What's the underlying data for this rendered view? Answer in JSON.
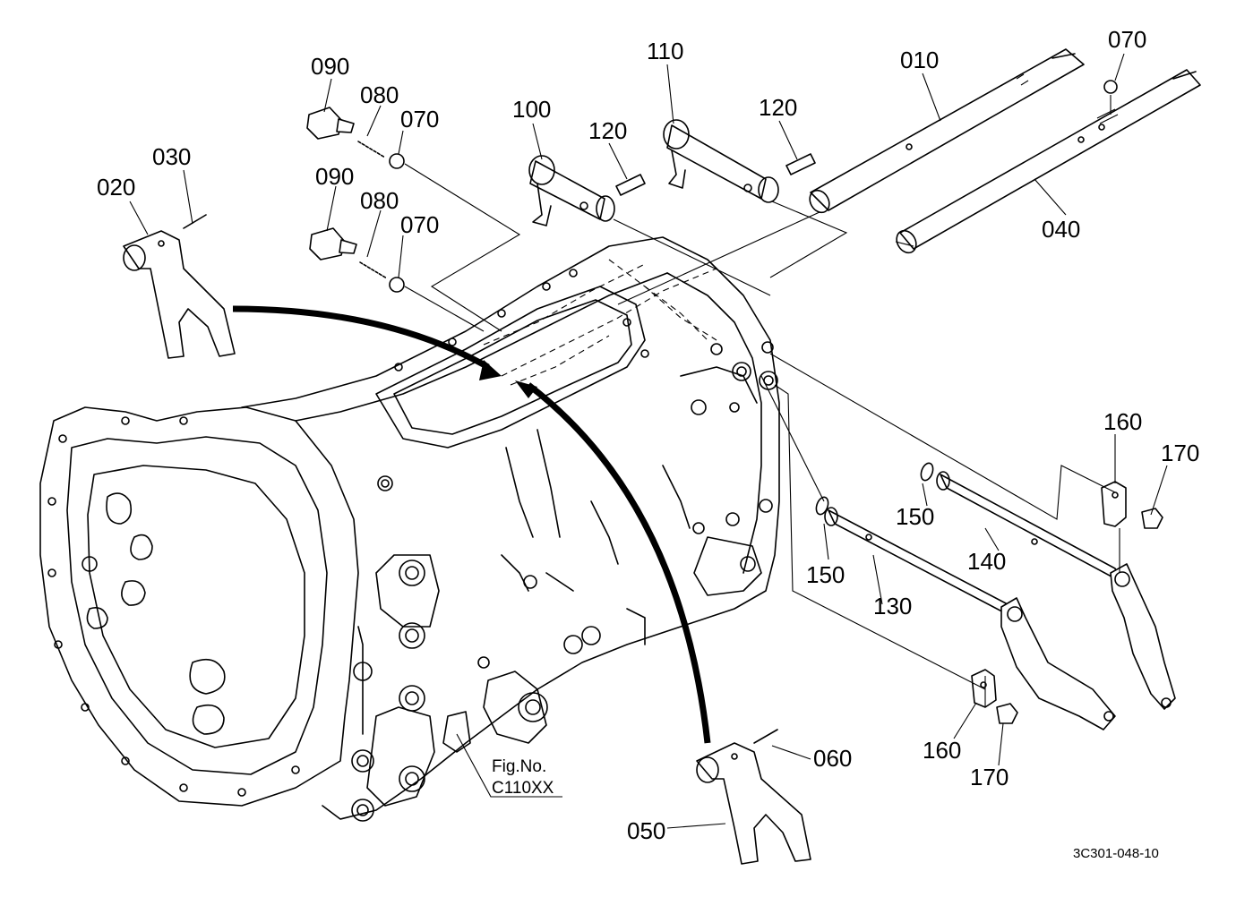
{
  "callouts": [
    {
      "id": "l010",
      "text": "010"
    },
    {
      "id": "l020",
      "text": "020"
    },
    {
      "id": "l030",
      "text": "030"
    },
    {
      "id": "l040",
      "text": "040"
    },
    {
      "id": "l050",
      "text": "050"
    },
    {
      "id": "l060",
      "text": "060"
    },
    {
      "id": "l070a",
      "text": "070"
    },
    {
      "id": "l070b",
      "text": "070"
    },
    {
      "id": "l070c",
      "text": "070"
    },
    {
      "id": "l080a",
      "text": "080"
    },
    {
      "id": "l080b",
      "text": "080"
    },
    {
      "id": "l090a",
      "text": "090"
    },
    {
      "id": "l090b",
      "text": "090"
    },
    {
      "id": "l100",
      "text": "100"
    },
    {
      "id": "l110",
      "text": "110"
    },
    {
      "id": "l120a",
      "text": "120"
    },
    {
      "id": "l120b",
      "text": "120"
    },
    {
      "id": "l130",
      "text": "130"
    },
    {
      "id": "l140",
      "text": "140"
    },
    {
      "id": "l150a",
      "text": "150"
    },
    {
      "id": "l150b",
      "text": "150"
    },
    {
      "id": "l160a",
      "text": "160"
    },
    {
      "id": "l160b",
      "text": "160"
    },
    {
      "id": "l170a",
      "text": "170"
    },
    {
      "id": "l170b",
      "text": "170"
    }
  ],
  "reference": {
    "line1": "Fig.No.",
    "line2": "C110XX"
  },
  "drawing_number": "3C301-048-10"
}
